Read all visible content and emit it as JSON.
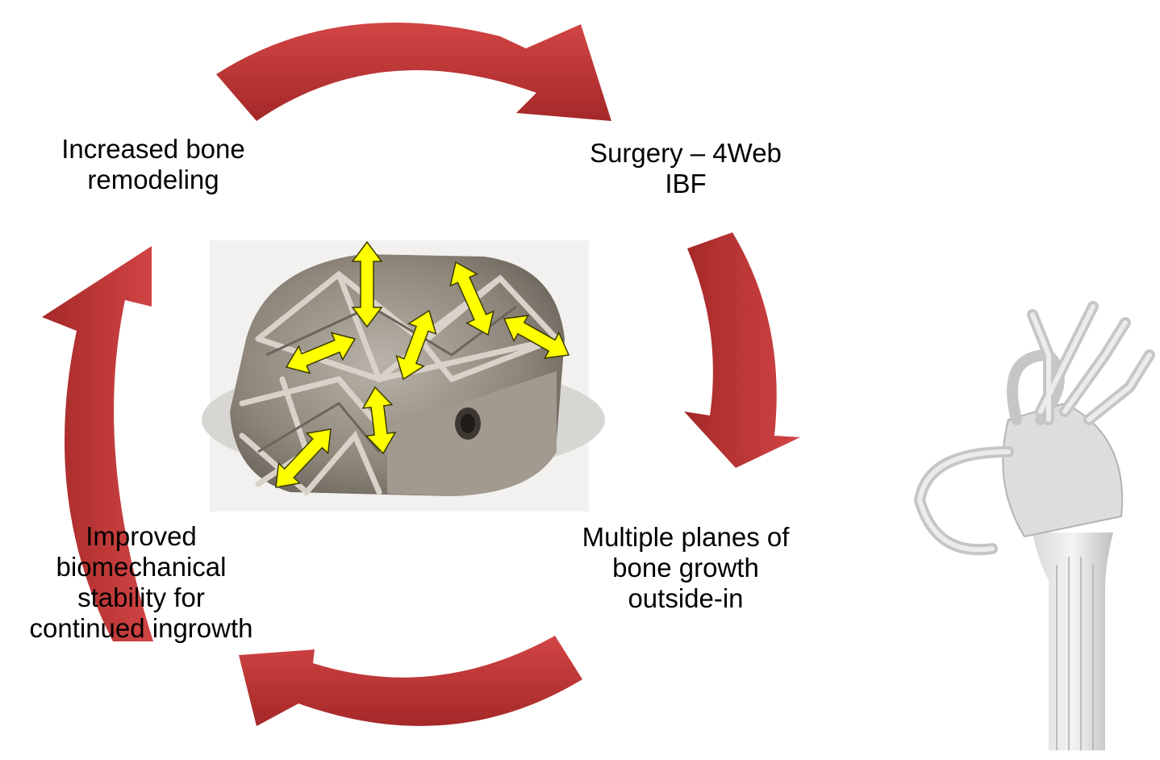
{
  "diagram": {
    "steps": [
      {
        "id": "step-surgery",
        "lines": [
          "Surgery – 4Web",
          "IBF"
        ]
      },
      {
        "id": "step-bone-growth",
        "lines": [
          "Multiple planes of",
          "bone growth",
          "outside-in"
        ]
      },
      {
        "id": "step-stability",
        "lines": [
          "Improved",
          "biomechanical",
          "stability for",
          "continued ingrowth"
        ]
      },
      {
        "id": "step-remodeling",
        "lines": [
          "Increased bone",
          "remodeling"
        ]
      }
    ],
    "cycle_arrow_color": "#c93a3a",
    "cycle_arrow_dark": "#9b2222",
    "growth_arrow_color": "#ffff00",
    "implant_color": "#8c8479"
  }
}
